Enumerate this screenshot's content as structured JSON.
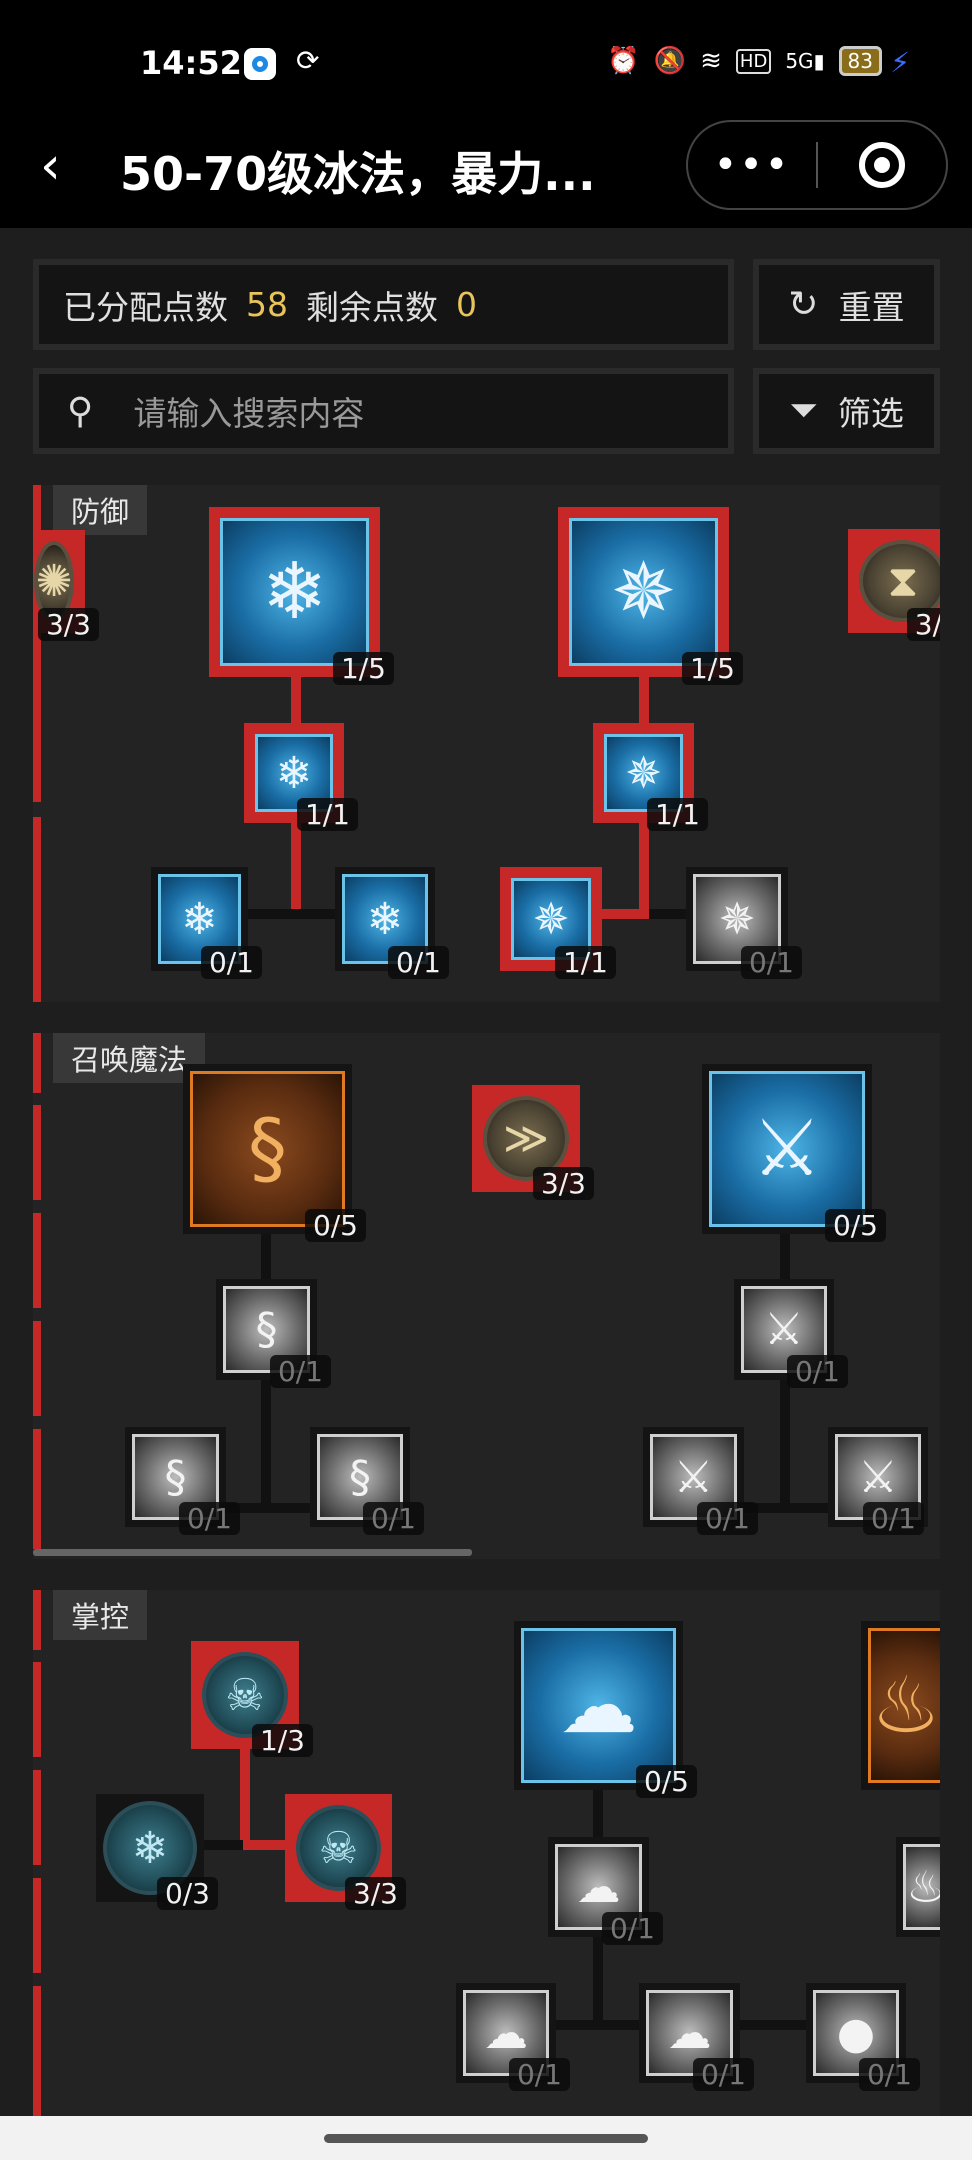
{
  "status": {
    "time": "14:52",
    "battery": "83"
  },
  "nav": {
    "title": "50-70级冰法，暴力...",
    "more": "•••"
  },
  "points": {
    "allocated_label": "已分配点数",
    "allocated": "58",
    "remaining_label": "剩余点数",
    "remaining": "0"
  },
  "reset_label": "重置",
  "search": {
    "placeholder": "请输入搜索内容"
  },
  "filter_label": "筛选",
  "colors": {
    "accent": "#c62828",
    "points": "#e8c45a",
    "background": "#1e1e1e"
  },
  "sections": [
    {
      "title": "防御",
      "nodes": [
        {
          "level": "3/3",
          "icon": "medallion-icon",
          "allocated": true
        },
        {
          "level": "1/5",
          "icon": "frost-shield-icon",
          "allocated": true
        },
        {
          "level": "1/5",
          "icon": "ice-star-icon",
          "allocated": true
        },
        {
          "level": "3/",
          "icon": "hourglass-shield-icon",
          "allocated": true
        },
        {
          "level": "1/1",
          "icon": "frost-shield-icon",
          "allocated": true
        },
        {
          "level": "1/1",
          "icon": "ice-star-icon",
          "allocated": true
        },
        {
          "level": "0/1",
          "icon": "frost-shield-icon",
          "allocated": false
        },
        {
          "level": "0/1",
          "icon": "frost-shield-icon",
          "allocated": false
        },
        {
          "level": "1/1",
          "icon": "ice-star-icon",
          "allocated": true
        },
        {
          "level": "0/1",
          "icon": "ice-star-icon",
          "allocated": false
        }
      ]
    },
    {
      "title": "召唤魔法",
      "nodes": [
        {
          "level": "0/5",
          "icon": "dragon-icon",
          "allocated": false
        },
        {
          "level": "3/3",
          "icon": "arrows-medallion-icon",
          "allocated": true
        },
        {
          "level": "0/5",
          "icon": "ice-blades-icon",
          "allocated": false
        },
        {
          "level": "0/1",
          "icon": "dragon-icon",
          "allocated": false
        },
        {
          "level": "0/1",
          "icon": "ice-blades-icon",
          "allocated": false
        },
        {
          "level": "0/1",
          "icon": "dragon-icon",
          "allocated": false
        },
        {
          "level": "0/1",
          "icon": "dragon-icon",
          "allocated": false
        },
        {
          "level": "0/1",
          "icon": "ice-blades-icon",
          "allocated": false
        },
        {
          "level": "0/1",
          "icon": "ice-blades-icon",
          "allocated": false
        }
      ]
    },
    {
      "title": "掌控",
      "nodes": [
        {
          "level": "1/3",
          "icon": "frost-skull-icon",
          "allocated": true
        },
        {
          "level": "0/3",
          "icon": "snowflake-medallion-icon",
          "allocated": false
        },
        {
          "level": "3/3",
          "icon": "frost-skull-icon",
          "allocated": true
        },
        {
          "level": "0/5",
          "icon": "frost-cloud-icon",
          "allocated": false
        },
        {
          "level": "0/1",
          "icon": "frost-cloud-icon",
          "allocated": false
        },
        {
          "level": "0/1",
          "icon": "frost-cloud-icon",
          "allocated": false
        },
        {
          "level": "0/1",
          "icon": "frost-cloud-icon",
          "allocated": false
        },
        {
          "level": "0/1",
          "icon": "orb-icon",
          "allocated": false
        }
      ]
    }
  ]
}
